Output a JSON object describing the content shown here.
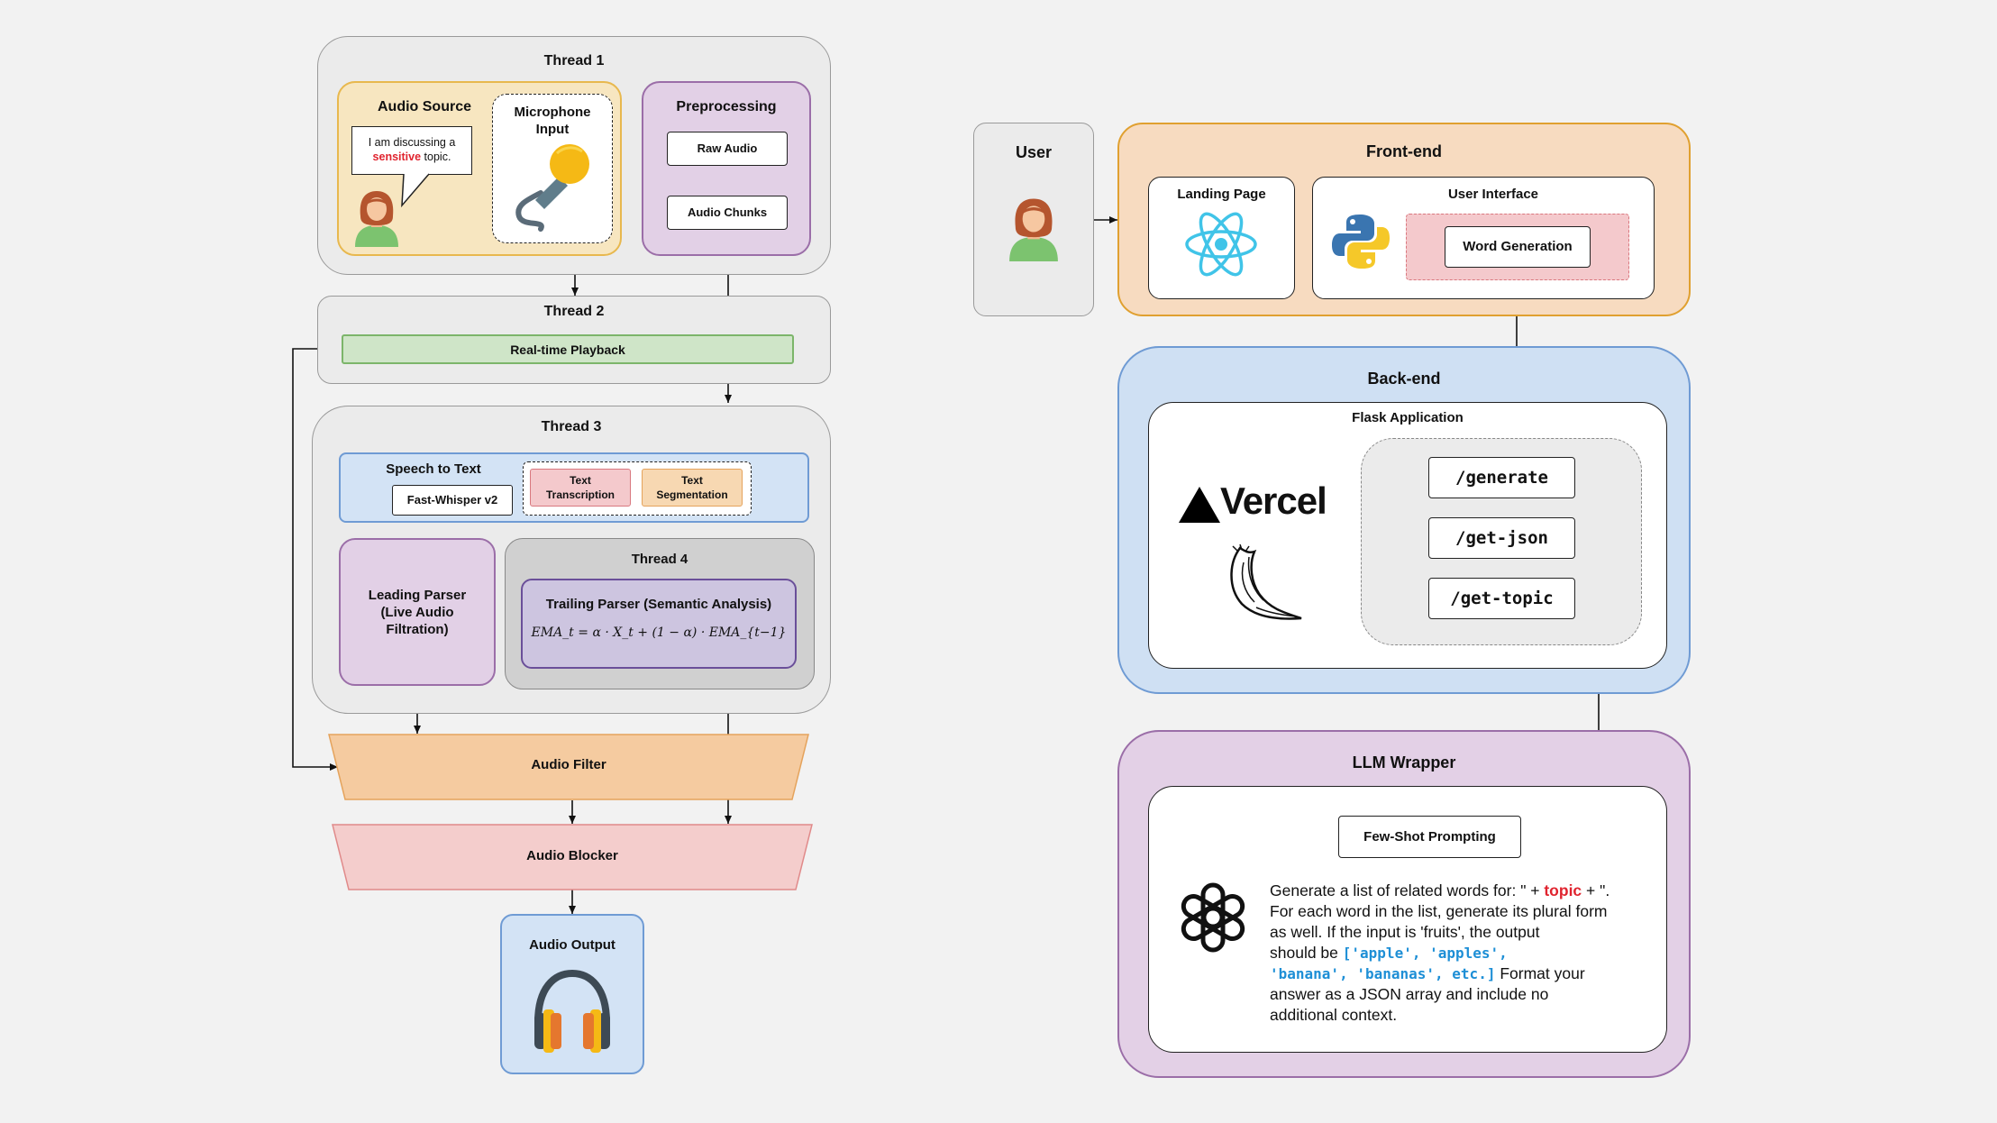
{
  "left": {
    "thread1": {
      "title": "Thread 1",
      "audio_source": {
        "title": "Audio Source",
        "speech_pre": "I am discussing a",
        "speech_highlight": "sensitive",
        "speech_post": "topic."
      },
      "microphone": {
        "title_line1": "Microphone",
        "title_line2": "Input"
      },
      "preprocessing": {
        "title": "Preprocessing",
        "raw_audio": "Raw Audio",
        "audio_chunks": "Audio Chunks"
      }
    },
    "thread2": {
      "title": "Thread 2",
      "realtime_playback": "Real-time Playback"
    },
    "thread3": {
      "title": "Thread 3",
      "speech_to_text": {
        "title": "Speech to Text",
        "fast_whisper": "Fast-Whisper v2",
        "text_transcription_l1": "Text",
        "text_transcription_l2": "Transcription",
        "text_segmentation_l1": "Text",
        "text_segmentation_l2": "Segmentation"
      },
      "leading_parser_l1": "Leading Parser",
      "leading_parser_l2": "(Live Audio",
      "leading_parser_l3": "Filtration)"
    },
    "thread4": {
      "title": "Thread 4",
      "trailing_parser": "Trailing Parser (Semantic Analysis)",
      "formula": "EMA_t = α · X_t + (1 − α) · EMA_{t−1}"
    },
    "audio_filter": "Audio Filter",
    "audio_blocker": "Audio Blocker",
    "audio_output": "Audio Output"
  },
  "right": {
    "user": "User",
    "frontend": {
      "title": "Front-end",
      "landing_page": "Landing Page",
      "user_interface": "User Interface",
      "word_generation": "Word Generation"
    },
    "backend": {
      "title": "Back-end",
      "flask_application": "Flask Application",
      "vercel": "Vercel",
      "routes": [
        "/generate",
        "/get-json",
        "/get-topic"
      ]
    },
    "llm": {
      "title": "LLM Wrapper",
      "few_shot": "Few-Shot Prompting",
      "prompt_1a": "Generate a list of related words for: \" + ",
      "prompt_topic": "topic",
      "prompt_1b": " + \".",
      "prompt_2": "For each word in the list, generate its plural form",
      "prompt_3": "as well. If the input is 'fruits', the output",
      "prompt_4a": "should be ",
      "prompt_4b": "['apple', 'apples',",
      "prompt_5a": "'banana', 'bananas', etc.]",
      "prompt_5b": " Format your",
      "prompt_6": "answer as a JSON array and include no",
      "prompt_7": "additional context."
    }
  },
  "colors": {
    "highlight_red": "#e0242f",
    "code_blue": "#1e8fd6",
    "thread_bg": "#ebebeb",
    "audio_source_bg": "#f7e6c0",
    "preprocessing_bg": "#e2d0e6",
    "playback_bg": "#cfe5c8",
    "stt_bg": "#d3e3f5",
    "filter_bg": "#f5cba0",
    "blocker_bg": "#f4cdcc",
    "frontend_bg": "#f7dbc0",
    "backend_bg": "#cfe0f3",
    "llm_bg": "#e3d0e6"
  }
}
